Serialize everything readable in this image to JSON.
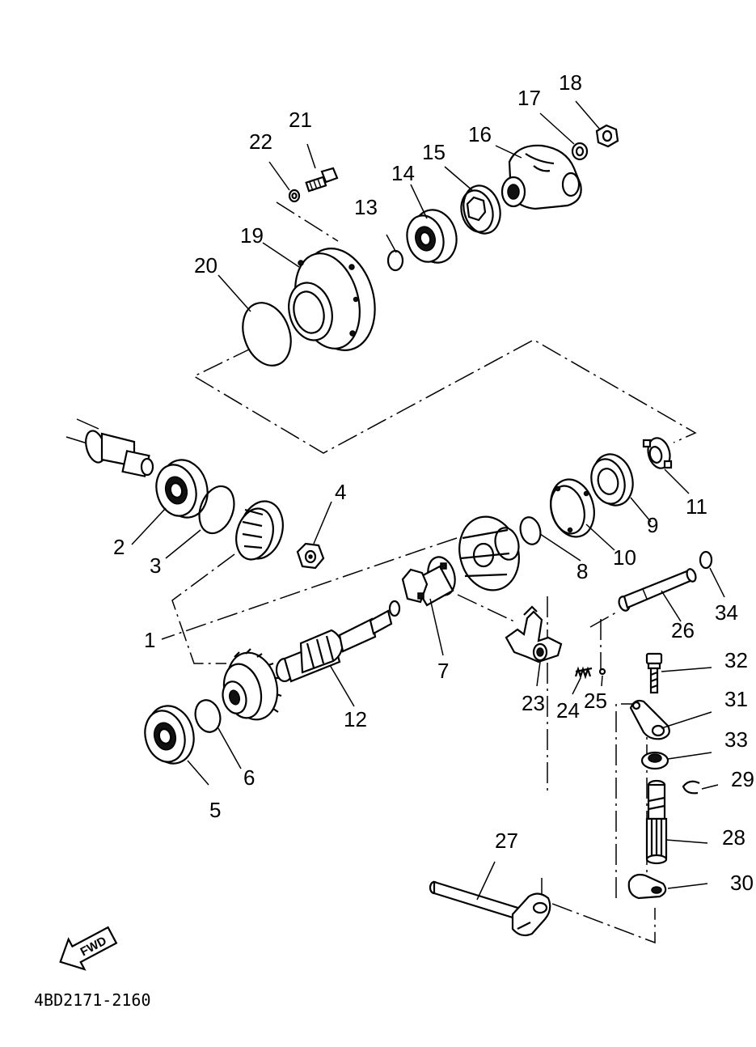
{
  "diagram": {
    "drawing_code": "4BD2171-2160",
    "direction_marker": "FWD",
    "part_labels": {
      "p1": "1",
      "p2": "2",
      "p3": "3",
      "p4": "4",
      "p5": "5",
      "p6": "6",
      "p7": "7",
      "p8": "8",
      "p9": "9",
      "p10": "10",
      "p11": "11",
      "p12": "12",
      "p13": "13",
      "p14": "14",
      "p15": "15",
      "p16": "16",
      "p17": "17",
      "p18": "18",
      "p19": "19",
      "p20": "20",
      "p21": "21",
      "p22": "22",
      "p23": "23",
      "p24": "24",
      "p25": "25",
      "p26": "26",
      "p27": "27",
      "p28": "28",
      "p29": "29",
      "p30": "30",
      "p31": "31",
      "p32": "32",
      "p33": "33",
      "p34": "34"
    }
  }
}
